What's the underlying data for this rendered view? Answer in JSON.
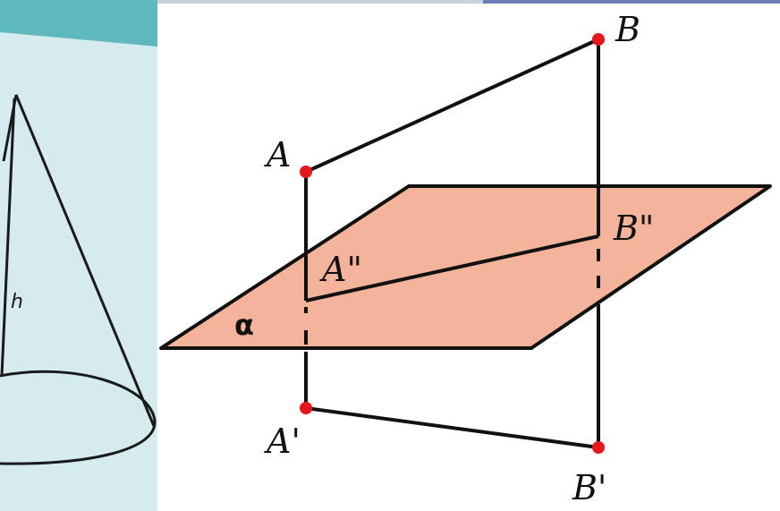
{
  "colors": {
    "plane_fill": "#f4b49c",
    "line": "#111111",
    "point": "#e8161b",
    "panel_bg": "#d6ebee",
    "panel_band": "#5fb8bd"
  },
  "cone_panel": {
    "height_label": "h"
  },
  "diagram": {
    "plane_label": "α",
    "points": {
      "A": "A",
      "B": "B",
      "A_proj": "A'",
      "B_proj": "B'",
      "A_int": "A\"",
      "B_int": "B\""
    }
  }
}
